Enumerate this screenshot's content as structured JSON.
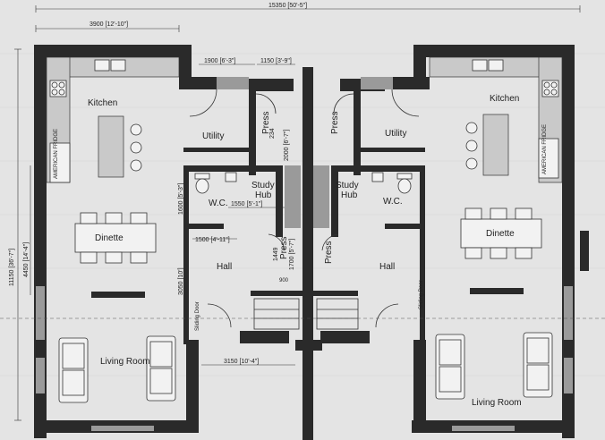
{
  "dimensions": {
    "overall_width": "15350 [50'-5\"]",
    "kitchen_width": "3900 [12'-10\"]",
    "utility_width": "1900 [6'-3\"]",
    "press_width_top": "1150 [3'-9\"]",
    "press_top_a": "234",
    "press_top_b": "2000 [6'-7\"]",
    "overall_depth": "11150 [36'-7\"]",
    "dinette_depth": "4450 [14'-4\"]",
    "wc_depth": "1600 [5'-3\"]",
    "study_width": "1550 [5'-1\"]",
    "wc_width": "1500 [4'-11\"]",
    "hall_depth": "3050 [10']",
    "hall_width": "3150 [10'-4\"]",
    "press_hall_a": "1449",
    "press_hall_b": "1700 [5'-7\"]",
    "press_hall_c": "900"
  },
  "rooms": {
    "kitchen_left": "Kitchen",
    "kitchen_right": "Kitchen",
    "utility_left": "Utility",
    "utility_right": "Utility",
    "press_top_left": "Press",
    "press_top_right": "Press",
    "study_left": "Study Hub",
    "study_right": "Study Hub",
    "wc_left": "W.C.",
    "wc_right": "W.C.",
    "dinette_left": "Dinette",
    "dinette_right": "Dinette",
    "press_hall_left": "Press",
    "press_hall_right": "Press",
    "hall_left": "Hall",
    "hall_right": "Hall",
    "living_left": "Living Room",
    "living_right": "Living Room"
  },
  "labels": {
    "fridge": "AMERICAN FRIDGE",
    "sliding_door_left": "Sliding Door",
    "sliding_door_right": "Sliding Door"
  }
}
